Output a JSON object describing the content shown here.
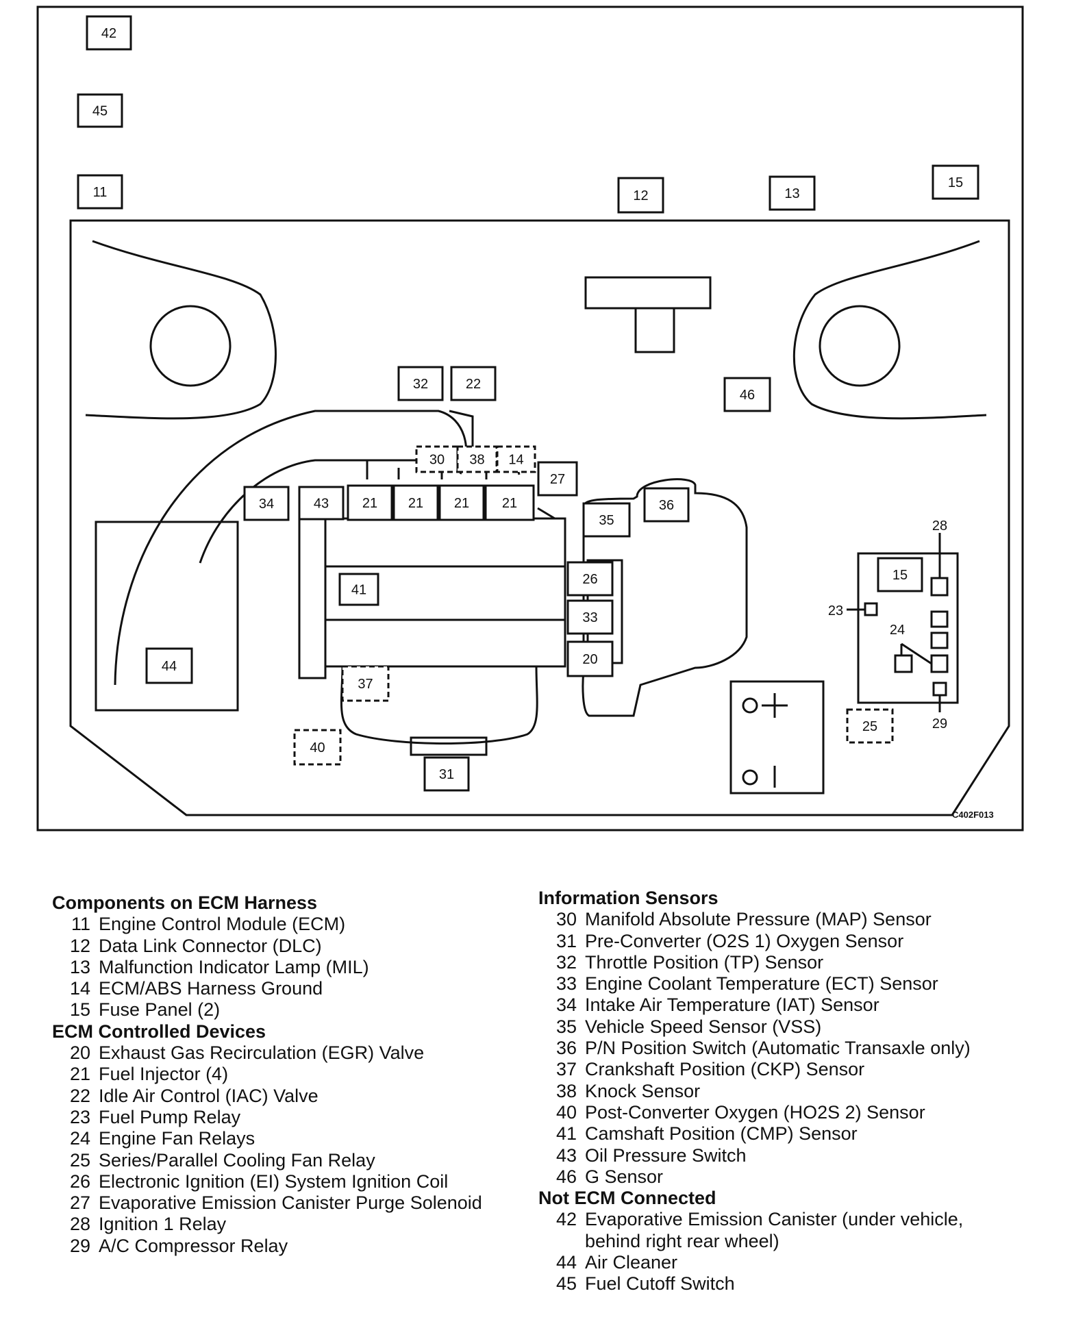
{
  "diagram": {
    "code": "C402F013",
    "boxes": {
      "b42": "42",
      "b45": "45",
      "b11": "11",
      "b12": "12",
      "b13": "13",
      "b15top": "15",
      "b32": "32",
      "b22": "22",
      "b46": "46",
      "b30": "30",
      "b38": "38",
      "b14": "14",
      "b27": "27",
      "b34": "34",
      "b43": "43",
      "b21a": "21",
      "b21b": "21",
      "b21c": "21",
      "b21d": "21",
      "b36": "36",
      "b35": "35",
      "b28": "28",
      "b15": "15",
      "b23": "23",
      "b24": "24",
      "b41": "41",
      "b26": "26",
      "b33": "33",
      "b20": "20",
      "b44": "44",
      "b37": "37",
      "b25": "25",
      "b29": "29",
      "b40": "40",
      "b31": "31"
    }
  },
  "legend": {
    "components_heading": "Components on ECM Harness",
    "components": [
      {
        "num": "11",
        "text": "Engine Control Module (ECM)"
      },
      {
        "num": "12",
        "text": "Data Link Connector (DLC)"
      },
      {
        "num": "13",
        "text": "Malfunction Indicator Lamp (MIL)"
      },
      {
        "num": "14",
        "text": "ECM/ABS Harness Ground"
      },
      {
        "num": "15",
        "text": "Fuse Panel (2)"
      }
    ],
    "controlled_heading": "ECM Controlled Devices",
    "controlled": [
      {
        "num": "20",
        "text": "Exhaust Gas Recirculation (EGR) Valve"
      },
      {
        "num": "21",
        "text": "Fuel Injector (4)"
      },
      {
        "num": "22",
        "text": "Idle Air Control (IAC) Valve"
      },
      {
        "num": "23",
        "text": "Fuel Pump Relay"
      },
      {
        "num": "24",
        "text": "Engine Fan Relays"
      },
      {
        "num": "25",
        "text": "Series/Parallel Cooling Fan Relay"
      },
      {
        "num": "26",
        "text": "Electronic Ignition (EI) System Ignition Coil"
      },
      {
        "num": "27",
        "text": "Evaporative Emission Canister Purge Solenoid"
      },
      {
        "num": "28",
        "text": "Ignition 1 Relay"
      },
      {
        "num": "29",
        "text": "A/C Compressor Relay"
      }
    ],
    "sensors_heading": "Information Sensors",
    "sensors": [
      {
        "num": "30",
        "text": "Manifold Absolute Pressure (MAP) Sensor"
      },
      {
        "num": "31",
        "text": "Pre-Converter (O2S 1) Oxygen Sensor"
      },
      {
        "num": "32",
        "text": "Throttle Position (TP) Sensor"
      },
      {
        "num": "33",
        "text": "Engine Coolant Temperature (ECT) Sensor"
      },
      {
        "num": "34",
        "text": "Intake Air Temperature (IAT) Sensor"
      },
      {
        "num": "35",
        "text": "Vehicle Speed Sensor (VSS)"
      },
      {
        "num": "36",
        "text": "P/N Position Switch (Automatic Transaxle only)"
      },
      {
        "num": "37",
        "text": "Crankshaft Position (CKP) Sensor"
      },
      {
        "num": "38",
        "text": "Knock Sensor"
      },
      {
        "num": "40",
        "text": "Post-Converter Oxygen (HO2S 2) Sensor"
      },
      {
        "num": "41",
        "text": "Camshaft Position (CMP) Sensor"
      },
      {
        "num": "43",
        "text": "Oil Pressure Switch"
      },
      {
        "num": "46",
        "text": "G Sensor"
      }
    ],
    "not_connected_heading": "Not ECM Connected",
    "not_connected": [
      {
        "num": "42",
        "text": "Evaporative Emission Canister (under vehicle,"
      },
      {
        "num": "",
        "text": "behind right rear wheel)"
      },
      {
        "num": "44",
        "text": "Air Cleaner"
      },
      {
        "num": "45",
        "text": "Fuel Cutoff Switch"
      }
    ]
  }
}
